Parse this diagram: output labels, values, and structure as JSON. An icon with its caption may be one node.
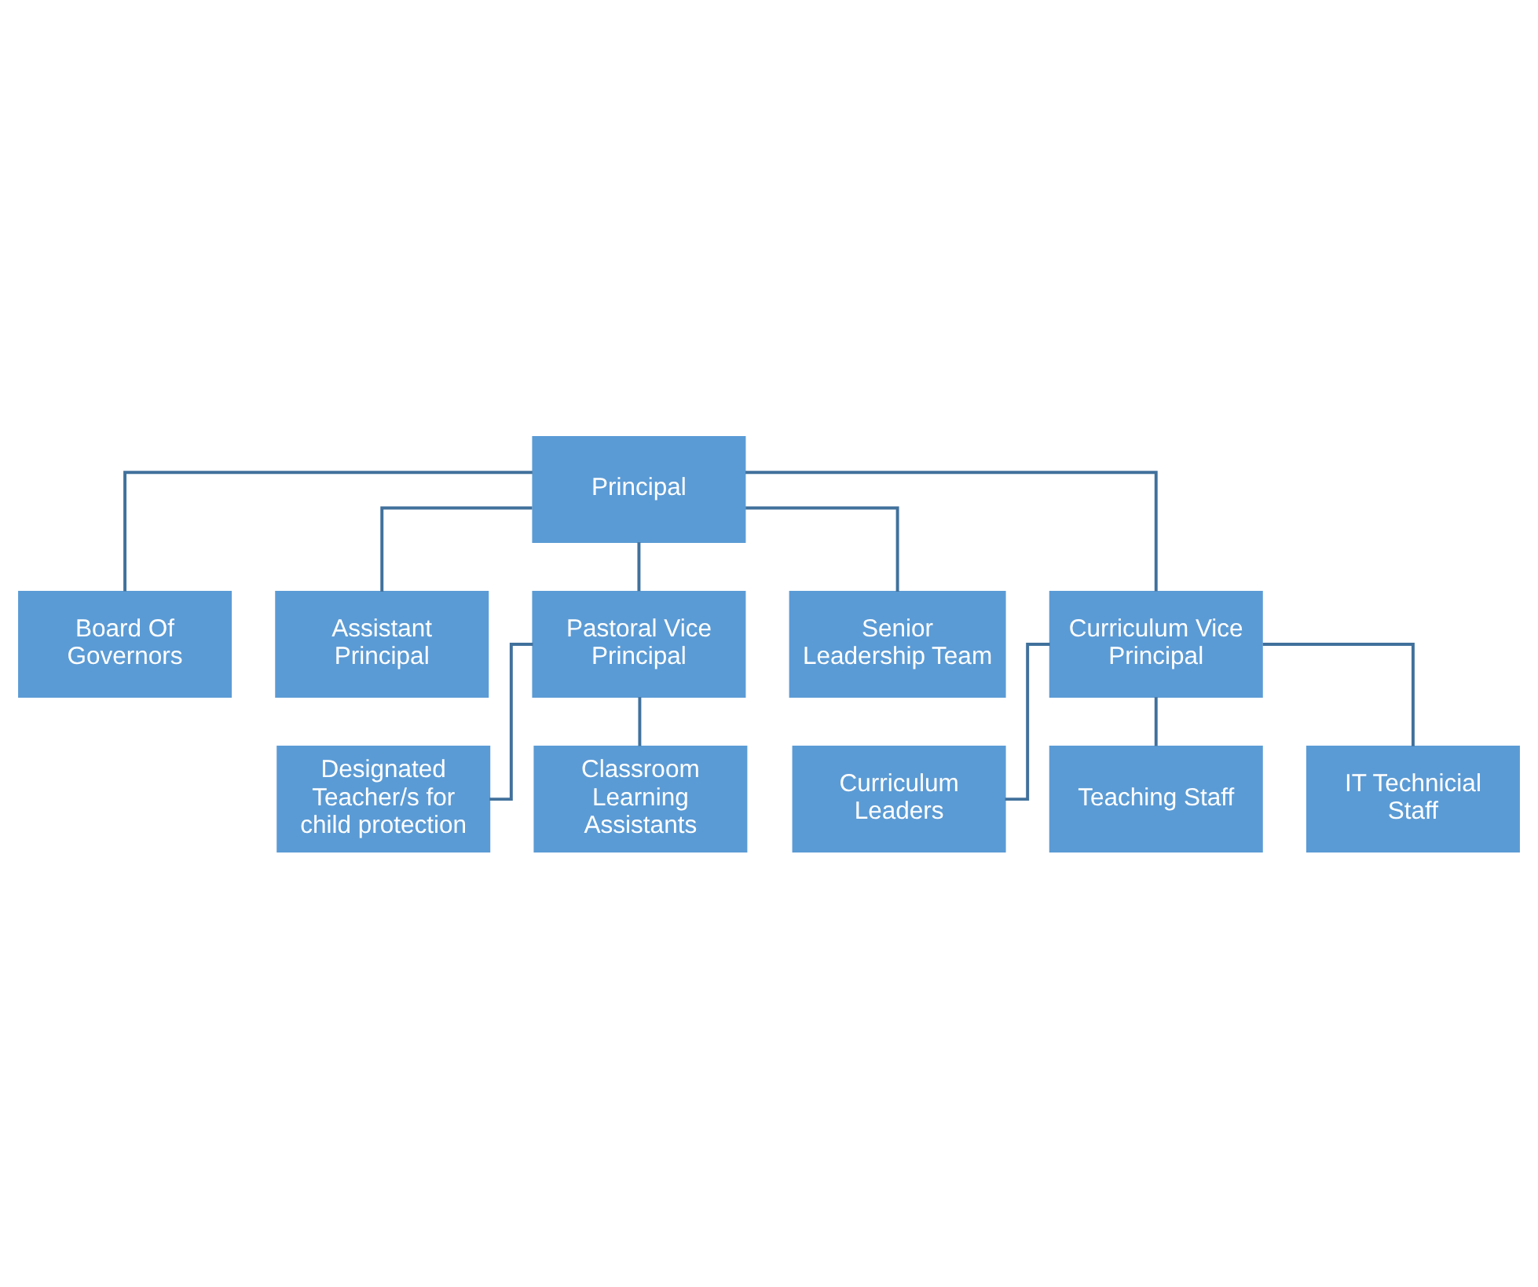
{
  "diagram": {
    "nodes": [
      {
        "text": [
          "Principal"
        ]
      },
      {
        "text": [
          "Board Of Governors"
        ]
      },
      {
        "text": [
          "Assistant Principal"
        ]
      },
      {
        "text": [
          "Pastoral Vice Principal"
        ]
      },
      {
        "text": [
          "Senior Leadership Team"
        ]
      },
      {
        "text": [
          "Curriculum Vice Principal"
        ]
      },
      {
        "text": [
          "Designated Teacher/s for child protection"
        ]
      },
      {
        "text": [
          "Classroom Learning Assistants"
        ]
      },
      {
        "text": [
          "Curriculum Leaders"
        ]
      },
      {
        "text": [
          "Teaching Staff"
        ]
      },
      {
        "text": [
          "IT Technicial Staff"
        ]
      }
    ],
    "edges": [
      {
        "from": 0,
        "to": 1,
        "arrow": "none"
      },
      {
        "from": 0,
        "to": 2,
        "arrow": "none"
      },
      {
        "from": 0,
        "to": 3,
        "arrow": "none"
      },
      {
        "from": 0,
        "to": 4,
        "arrow": "none"
      },
      {
        "from": 0,
        "to": 5,
        "arrow": "none"
      },
      {
        "from": 3,
        "to": 6,
        "arrow": "none"
      },
      {
        "from": 3,
        "to": 7,
        "arrow": "none"
      },
      {
        "from": 5,
        "to": 8,
        "arrow": "none"
      },
      {
        "from": 5,
        "to": 9,
        "arrow": "none"
      },
      {
        "from": 5,
        "to": 10,
        "arrow": "none"
      }
    ]
  }
}
